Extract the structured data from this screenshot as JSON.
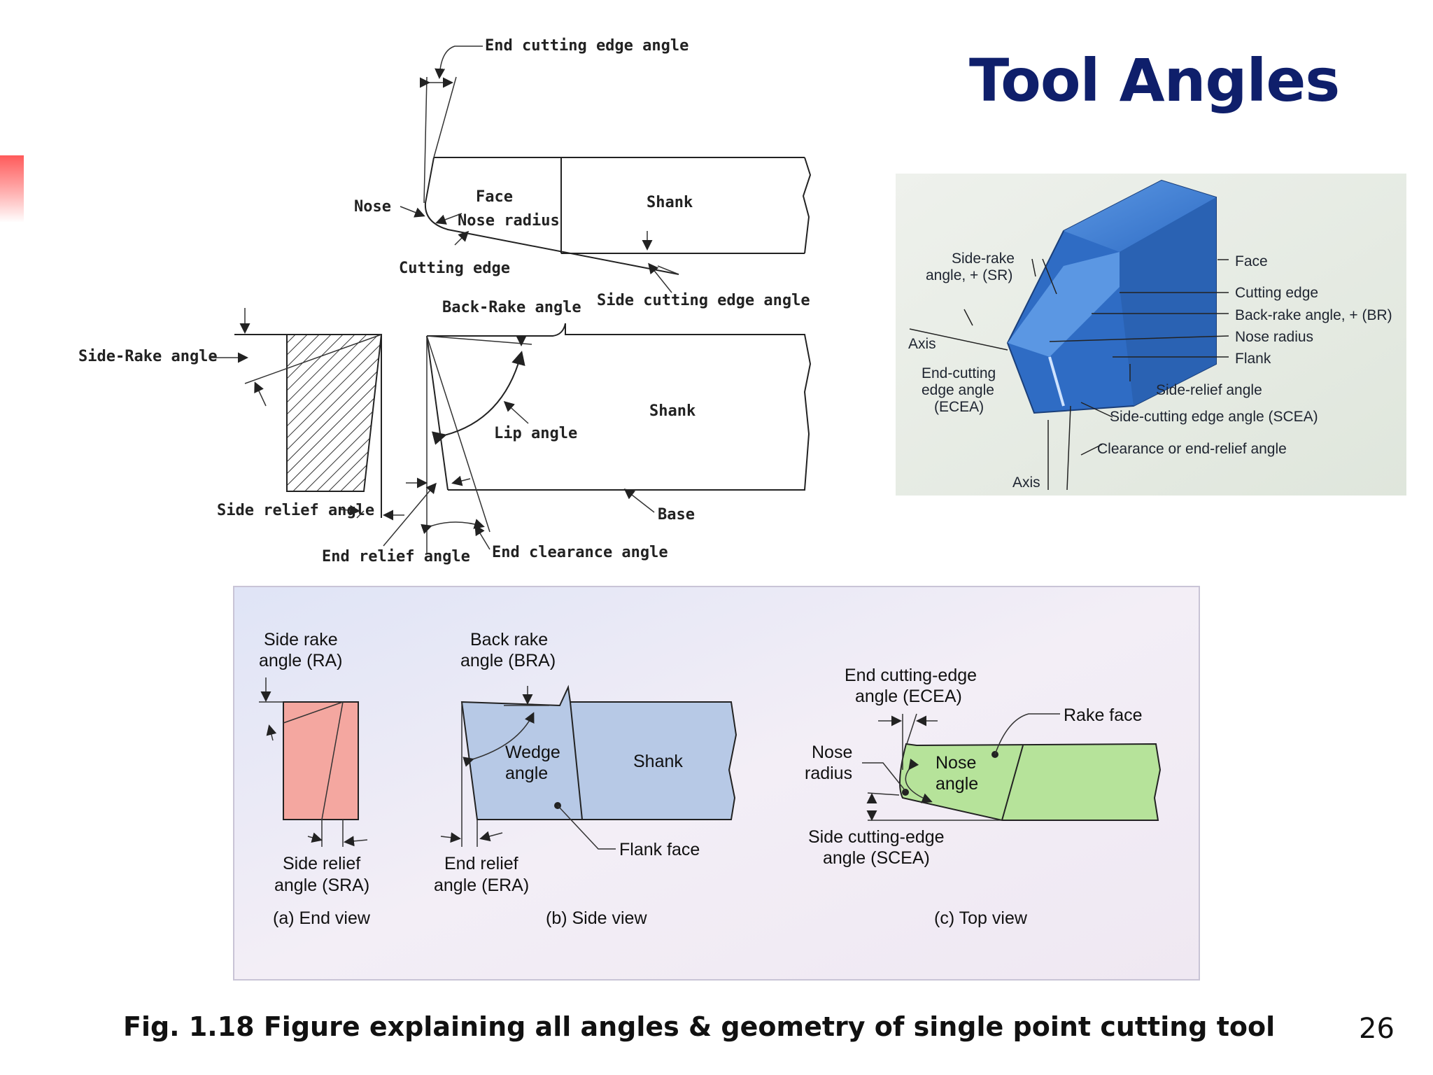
{
  "slide": {
    "title": "Tool Angles",
    "caption": "Fig. 1.18 Figure explaining all angles & geometry of single point cutting tool",
    "page_number": "26"
  },
  "top_diagram": {
    "labels": {
      "end_cutting_edge_angle": "End cutting edge angle",
      "nose": "Nose",
      "face": "Face",
      "nose_radius": "Nose radius",
      "shank_top": "Shank",
      "cutting_edge": "Cutting edge",
      "side_cutting_edge_angle": "Side cutting edge angle",
      "back_rake_angle": "Back-Rake angle",
      "side_rake_angle": "Side-Rake angle",
      "lip_angle": "Lip angle",
      "shank_side": "Shank",
      "side_relief_angle": "Side relief angle",
      "base": "Base",
      "end_relief_angle": "End relief angle",
      "end_clearance_angle": "End clearance angle"
    }
  },
  "iso_diagram": {
    "labels": {
      "side_rake_1": "Side-rake",
      "side_rake_2": "angle, + (SR)",
      "axis_top": "Axis",
      "ecea_1": "End-cutting",
      "ecea_2": "edge angle",
      "ecea_3": "(ECEA)",
      "axis_bottom": "Axis",
      "face": "Face",
      "cutting_edge": "Cutting edge",
      "back_rake": "Back-rake angle, + (BR)",
      "nose_radius": "Nose radius",
      "flank": "Flank",
      "side_relief": "Side-relief angle",
      "scea": "Side-cutting edge angle (SCEA)",
      "clearance": "Clearance or end-relief angle"
    }
  },
  "views_panel": {
    "end_view": {
      "side_rake_1": "Side rake",
      "side_rake_2": "angle (RA)",
      "side_relief_1": "Side relief",
      "side_relief_2": "angle (SRA)",
      "caption": "(a) End view"
    },
    "side_view": {
      "back_rake_1": "Back rake",
      "back_rake_2": "angle (BRA)",
      "wedge_1": "Wedge",
      "wedge_2": "angle",
      "shank": "Shank",
      "flank_face": "Flank face",
      "end_relief_1": "End relief",
      "end_relief_2": "angle (ERA)",
      "caption": "(b) Side view"
    },
    "top_view": {
      "ecea_1": "End cutting-edge",
      "ecea_2": "angle (ECEA)",
      "rake_face": "Rake face",
      "nose_radius_1": "Nose",
      "nose_radius_2": "radius",
      "nose_angle_1": "Nose",
      "nose_angle_2": "angle",
      "scea_1": "Side cutting-edge",
      "scea_2": "angle (SCEA)",
      "caption": "(c) Top view"
    },
    "colors": {
      "end_view_fill": "#f4a7a0",
      "side_view_fill": "#b7c9e6",
      "top_view_fill": "#b6e39a",
      "iso_tool": "#3a7bd5"
    }
  }
}
